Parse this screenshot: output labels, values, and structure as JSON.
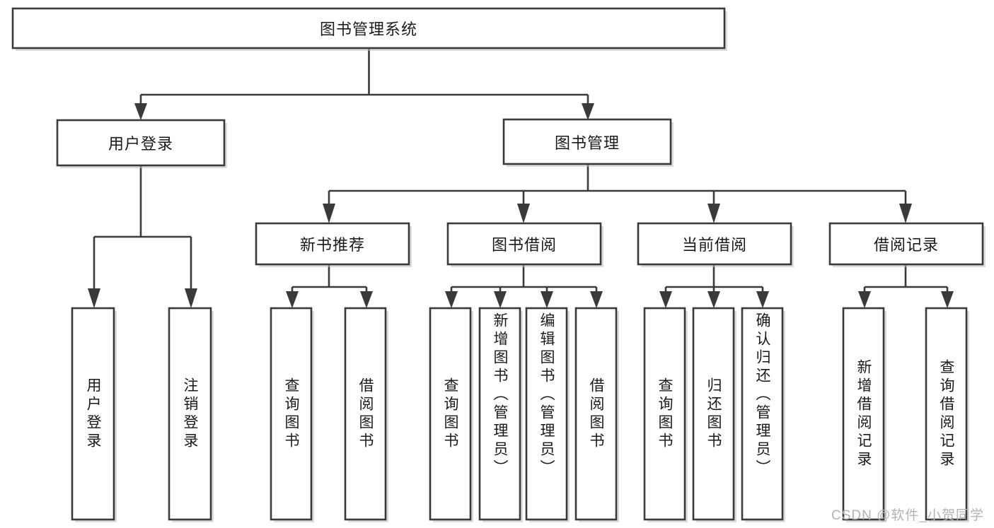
{
  "diagram": {
    "type": "tree",
    "orientation": "top-down",
    "title": "图书管理系统",
    "watermark": "CSDN @软件_小贺同学",
    "colors": {
      "box_stroke": "#3a3a3a",
      "box_fill": "#ffffff",
      "connector": "#3a3a3a",
      "text": "#1a1a1a",
      "watermark": "#b3b3b3",
      "background": "#ffffff"
    },
    "levels": {
      "root": {
        "label": "图书管理系统"
      },
      "level2": [
        {
          "label": "用户登录"
        },
        {
          "label": "图书管理"
        }
      ],
      "level3": [
        {
          "label": "新书推荐"
        },
        {
          "label": "图书借阅"
        },
        {
          "label": "当前借阅"
        },
        {
          "label": "借阅记录"
        }
      ],
      "leaves_user_login": [
        {
          "label": "用户登录"
        },
        {
          "label": "注销登录"
        }
      ],
      "leaves_new_book": [
        {
          "label": "查询图书"
        },
        {
          "label": "借阅图书"
        }
      ],
      "leaves_borrow": [
        {
          "label": "查询图书"
        },
        {
          "label": "新增图书（管理员）"
        },
        {
          "label": "编辑图书（管理员）"
        },
        {
          "label": "借阅图书"
        }
      ],
      "leaves_current": [
        {
          "label": "查询图书"
        },
        {
          "label": "归还图书"
        },
        {
          "label": "确认归还（管理员）"
        }
      ],
      "leaves_records": [
        {
          "label": "新增借阅记录"
        },
        {
          "label": "查询借阅记录"
        }
      ]
    }
  }
}
